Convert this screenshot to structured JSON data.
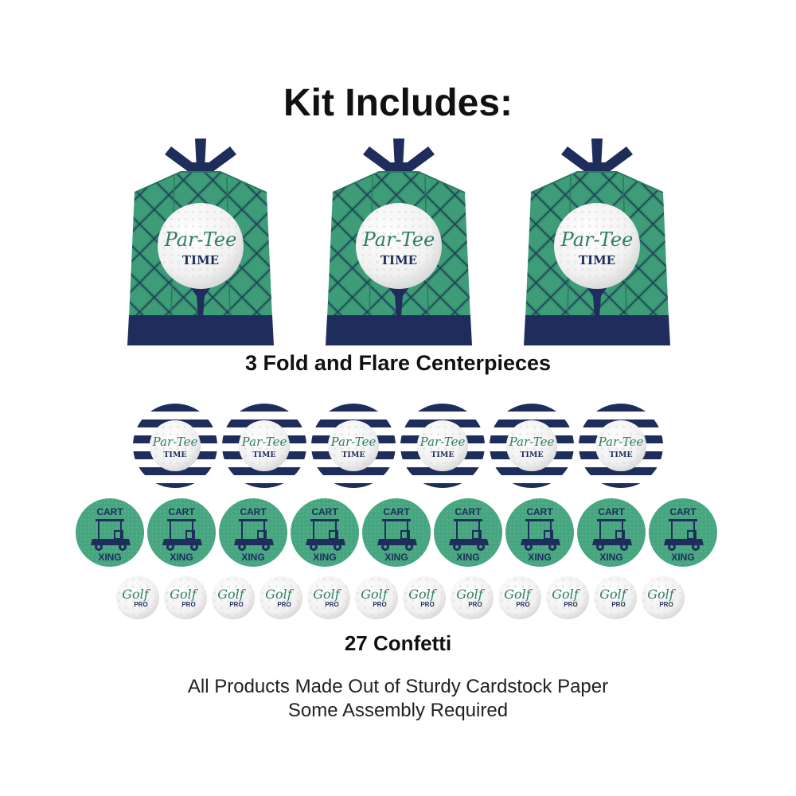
{
  "heading": "Kit Includes:",
  "centerpieces": {
    "count": 3,
    "caption": "3 Fold and Flare Centerpieces",
    "ball_text_line1": "Par-Tee",
    "ball_text_line2": "TIME"
  },
  "confetti": {
    "caption": "27 Confetti",
    "striped": {
      "count": 6,
      "line1": "Par-Tee",
      "line2": "TIME"
    },
    "cart": {
      "count": 9,
      "line1": "CART",
      "line2": "XING"
    },
    "golf_pro": {
      "count": 12,
      "line1": "Golf",
      "line2": "PRO"
    }
  },
  "notes": {
    "line1": "All Products Made Out of Sturdy Cardstock Paper",
    "line2": "Some Assembly Required"
  },
  "colors": {
    "plaid_green": "#3e9c78",
    "navy": "#1f2d5c",
    "cart_green": "#47a57f",
    "ball_white": "#f7f7f7",
    "script_green": "#2f7d62"
  }
}
